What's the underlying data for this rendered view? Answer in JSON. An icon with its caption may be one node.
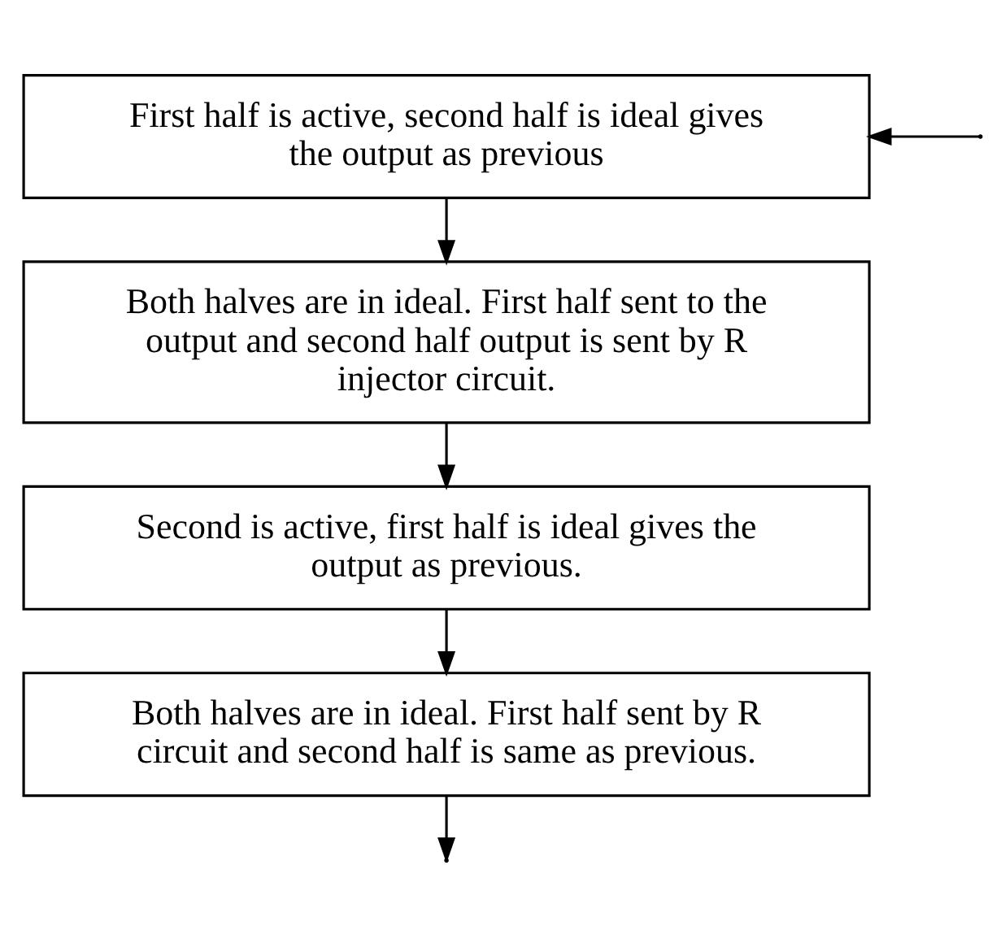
{
  "diagram": {
    "nodes": [
      {
        "text": [
          "First half is active, second half is ideal gives the output as previous"
        ]
      },
      {
        "text": [
          "Both halves are in ideal. First half sent to the output and second half output is sent by R injector circuit."
        ]
      },
      {
        "text": [
          "Second is active, first half is ideal gives the output as previous."
        ]
      },
      {
        "text": [
          "Both halves are in ideal. First half sent by R circuit and second half is same as previous."
        ]
      }
    ],
    "edges": [
      {
        "from": 0,
        "to": 1,
        "arrow": "to"
      },
      {
        "from": 1,
        "to": 2,
        "arrow": "to"
      },
      {
        "from": 2,
        "to": 3,
        "arrow": "to"
      },
      {
        "from": 3,
        "to": null,
        "arrow": "to"
      },
      {
        "from": null,
        "to": 0,
        "arrow": "to"
      }
    ]
  }
}
